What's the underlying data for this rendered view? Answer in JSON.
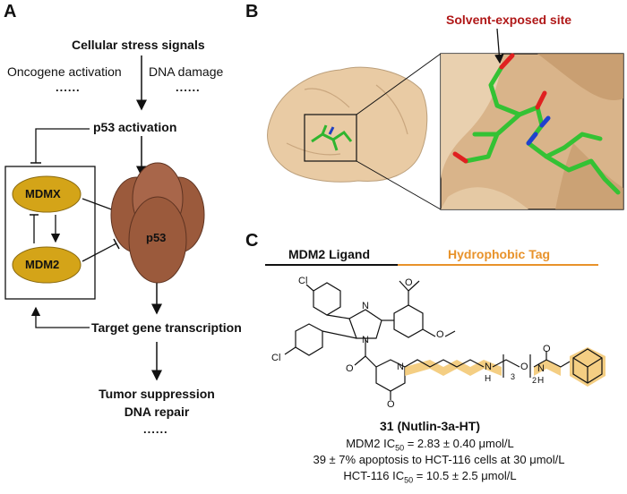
{
  "panelA": {
    "letter": "A",
    "stress": "Cellular stress signals",
    "oncogene": "Oncogene activation",
    "dna_damage": "DNA damage",
    "dots": "......",
    "p53_activation": "p53 activation",
    "mdmx": "MDMX",
    "mdm2": "MDM2",
    "p53": "p53",
    "target": "Target gene transcription",
    "tumor": "Tumor suppression",
    "dna_repair": "DNA repair"
  },
  "panelB": {
    "letter": "B",
    "site": "Solvent-exposed site"
  },
  "panelC": {
    "letter": "C",
    "ligand": "MDM2 Ligand",
    "tag": "Hydrophobic Tag",
    "compound": "31 (Nutlin-3a-HT)",
    "mdm2_prefix": "MDM2 IC",
    "mdm2_sub": "50",
    "mdm2_value": " = 2.83 ± 0.40 μmol/L",
    "apoptosis": "39 ± 7% apoptosis to HCT-116 cells at 30 μmol/L",
    "hct_prefix": "HCT-116 IC",
    "hct_sub": "50",
    "hct_value": " = 10.5 ± 2.5 μmol/L",
    "atoms": {
      "cl": "Cl",
      "n": "N",
      "o": "O",
      "h": "H",
      "sub3": "3",
      "sub2": "2"
    }
  },
  "colors": {
    "gold": "#d4a418",
    "brown": "#9b5a3c",
    "orange": "#e8922a",
    "site_red": "#b01818",
    "surface": "#e8c9a0"
  }
}
